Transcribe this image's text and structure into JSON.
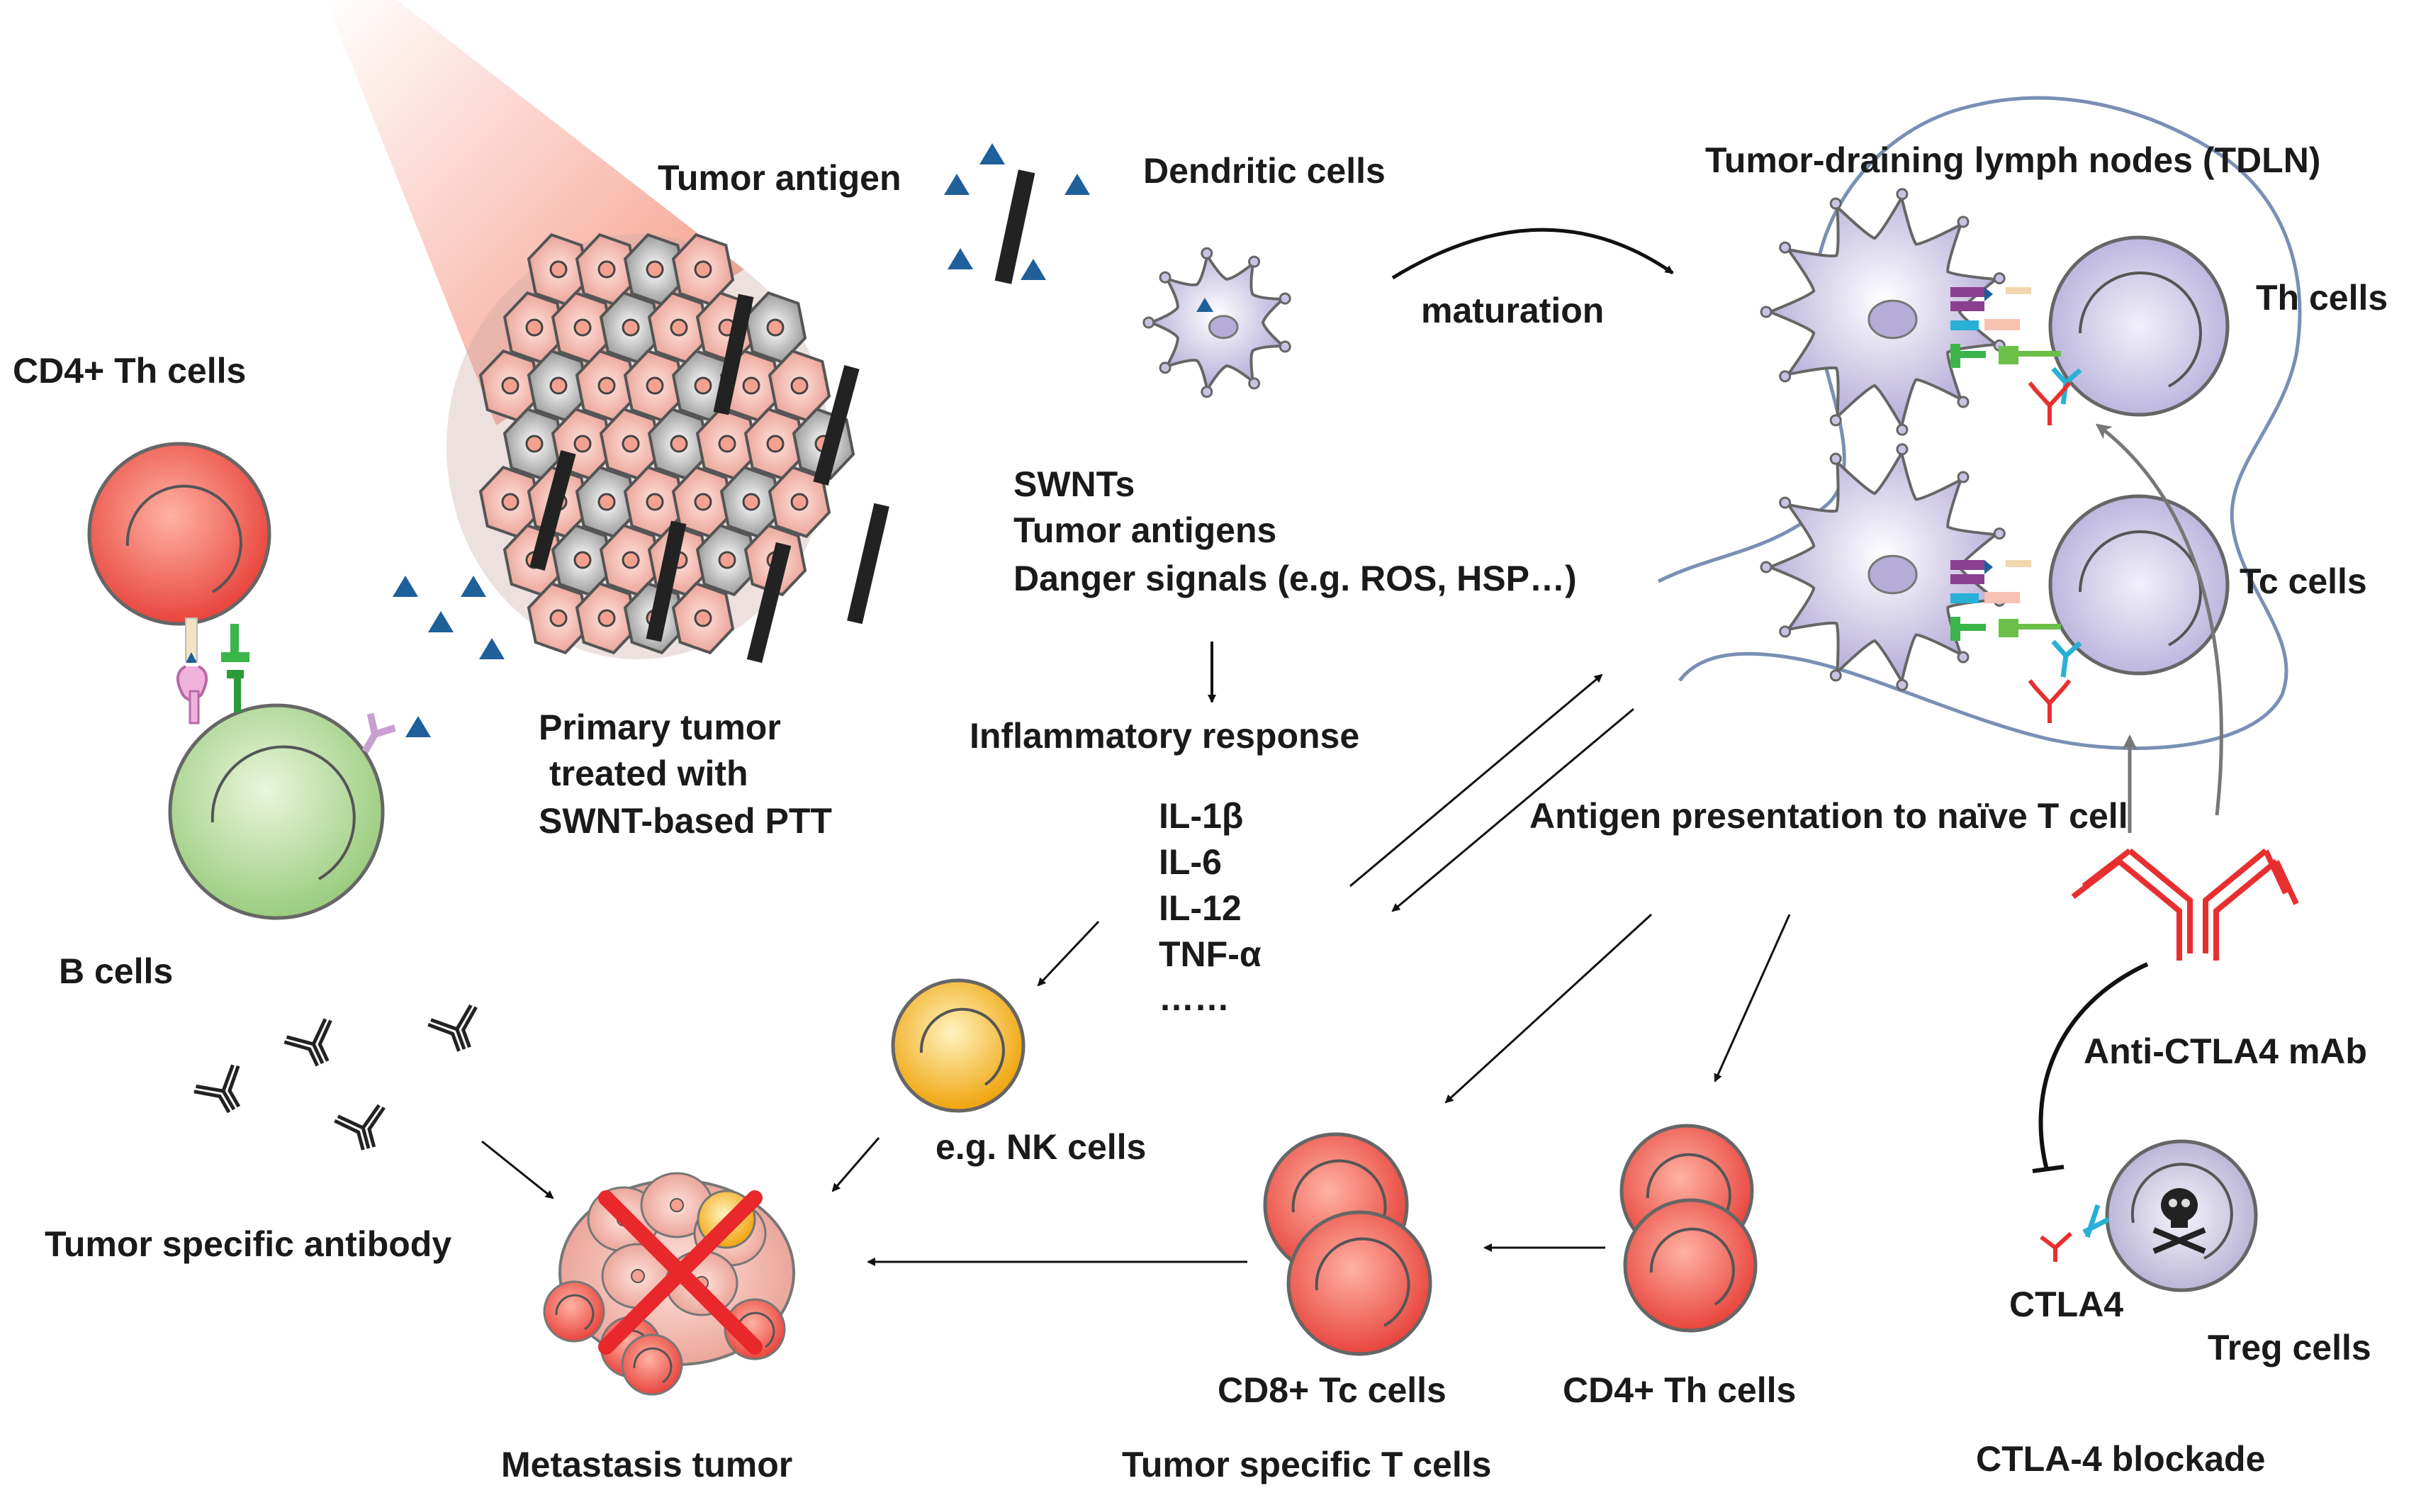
{
  "labels": {
    "tumor_antigen": "Tumor antigen",
    "dendritic_cells": "Dendritic cells",
    "tdln": "Tumor-draining lymph nodes (TDLN)",
    "th_cells": "Th cells",
    "tc_cells": "Tc cells",
    "maturation": "maturation",
    "cd4_th_cells_top": "CD4+ Th cells",
    "b_cells": "B cells",
    "primary_tumor_1": "Primary tumor",
    "primary_tumor_2": "treated with",
    "primary_tumor_3": "SWNT-based PTT",
    "swnts": "SWNTs",
    "tumor_antigens": "Tumor antigens",
    "danger_signals": "Danger signals (e.g. ROS, HSP…)",
    "inflammatory_response": "Inflammatory response",
    "il1b": "IL-1β",
    "il6": "IL-6",
    "il12": "IL-12",
    "tnfa": "TNF-α",
    "ellipsis": "……",
    "antigen_presentation": "Antigen presentation to naïve T cell",
    "nk_cells": "e.g. NK cells",
    "tumor_specific_antibody": "Tumor specific antibody",
    "anti_ctla4": "Anti-CTLA4 mAb",
    "ctla4": "CTLA4",
    "treg_cells": "Treg cells",
    "cd8_tc_cells": "CD8+ Tc cells",
    "cd4_th_cells_bottom": "CD4+ Th cells",
    "metastasis_tumor": "Metastasis tumor",
    "tumor_specific_t_cells": "Tumor specific T cells",
    "ctla4_blockade": "CTLA-4 blockade"
  },
  "colors": {
    "dendritic": "#c9c2e2",
    "t_cell": "#cfc8e6",
    "cd4_top": "#ef6a5c",
    "b_cell": "#a9d48e",
    "nk": "#f4b51c",
    "effector": "#e8453d",
    "cross": "#e8282b",
    "antigen": "#1f5f9a",
    "lymph_outline": "#7a8fb4",
    "antibody_red": "#e82f2f"
  },
  "icons": [
    "triangle-antigen-icon",
    "swnt-rod-icon",
    "antibody-icon",
    "skull-icon",
    "cross-icon"
  ]
}
